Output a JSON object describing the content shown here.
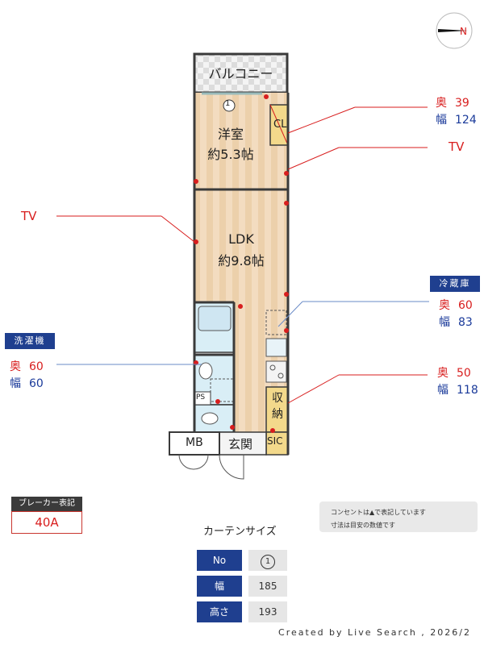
{
  "compass": {
    "direction": "N"
  },
  "rooms": {
    "balcony": "バルコニー",
    "western": "洋室",
    "western_size": "約5.3帖",
    "ldk": "LDK",
    "ldk_size": "約9.8帖",
    "closet": "CL",
    "storage": "収納",
    "sic": "SIC",
    "entrance": "玄関",
    "mb": "MB",
    "ps": "PS",
    "window_marker": "1"
  },
  "tv_labels": [
    "TV",
    "TV"
  ],
  "closet_dims": {
    "depth_label": "奥",
    "depth": "39",
    "width_label": "幅",
    "width": "124"
  },
  "fridge": {
    "title": "冷蔵庫",
    "depth_label": "奥",
    "depth": "60",
    "width_label": "幅",
    "width": "83"
  },
  "washer": {
    "title": "洗濯機",
    "depth_label": "奥",
    "depth": "60",
    "width_label": "幅",
    "width": "60"
  },
  "storage_dims": {
    "depth_label": "奥",
    "depth": "50",
    "width_label": "幅",
    "width": "118"
  },
  "breaker": {
    "title": "ブレーカー表記",
    "value": "40A"
  },
  "notes": [
    "コンセントは▲で表記しています",
    "寸法は目安の数値です"
  ],
  "curtain": {
    "title": "カーテンサイズ",
    "rows": [
      {
        "key": "No",
        "value": "1"
      },
      {
        "key": "幅",
        "value": "185"
      },
      {
        "key": "高さ",
        "value": "193"
      }
    ]
  },
  "credit": "Created by Live Search , 2026/2",
  "colors": {
    "wall": "#3a3a3a",
    "floor": "#f1dcbe",
    "floor_stripe": "#e9cfa6",
    "wet": "#d9eef6",
    "accent_red": "#d81e1e",
    "label_blue": "#1f3f8f",
    "storage_yellow": "#f3d98b"
  }
}
